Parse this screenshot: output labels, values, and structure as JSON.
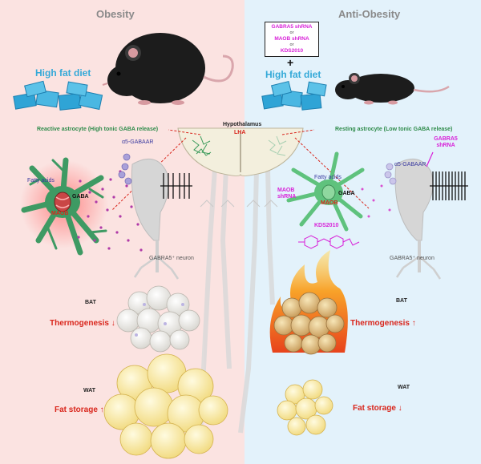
{
  "panels": {
    "left_title": "Obesity",
    "right_title": "Anti-Obesity"
  },
  "diet": {
    "left_label": "High fat diet",
    "right_label": "High fat diet"
  },
  "treatment": {
    "line1": "GABRA5 shRNA",
    "or1": "or",
    "line2": "MAOB shRNA",
    "or2": "or",
    "line3": "KDS2010",
    "plus": "+"
  },
  "brain": {
    "hypothalamus": "Hypothalamus",
    "lha": "LHA"
  },
  "astrocytes": {
    "reactive": "Reactive astrocyte (High tonic GABA release)",
    "resting": "Resting astrocyte (Low tonic GABA release)"
  },
  "left_cell": {
    "fatty_acids": "Fatty acids",
    "gaba": "GABA",
    "maob": "MAOB",
    "receptor": "α5-GABAAR",
    "neuron": "GABRA5⁺ neuron"
  },
  "right_cell": {
    "fatty_acids": "Fatty acids",
    "gaba": "GABA",
    "maob": "MAOB",
    "maob_shrna": "MAOB shRNA",
    "kds": "KDS2010",
    "receptor": "α5-GABAAR",
    "gabra5_shrna": "GABRA5 shRNA",
    "neuron": "GABRA5⁺ neuron"
  },
  "tissue": {
    "bat_left": "BAT",
    "bat_right": "BAT",
    "wat_left": "WAT",
    "wat_right": "WAT",
    "thermo_left": "Thermogenesis ↓",
    "thermo_right": "Thermogenesis ↑",
    "fat_left": "Fat storage ↑",
    "fat_right": "Fat storage ↓"
  },
  "colors": {
    "left_bg": "#fbe3e1",
    "right_bg": "#e3f2fb",
    "accent_red": "#d9261c",
    "accent_magenta": "#d81fd8",
    "diet_blue": "#34a9d8",
    "astro_green": "#2e8b4a"
  }
}
